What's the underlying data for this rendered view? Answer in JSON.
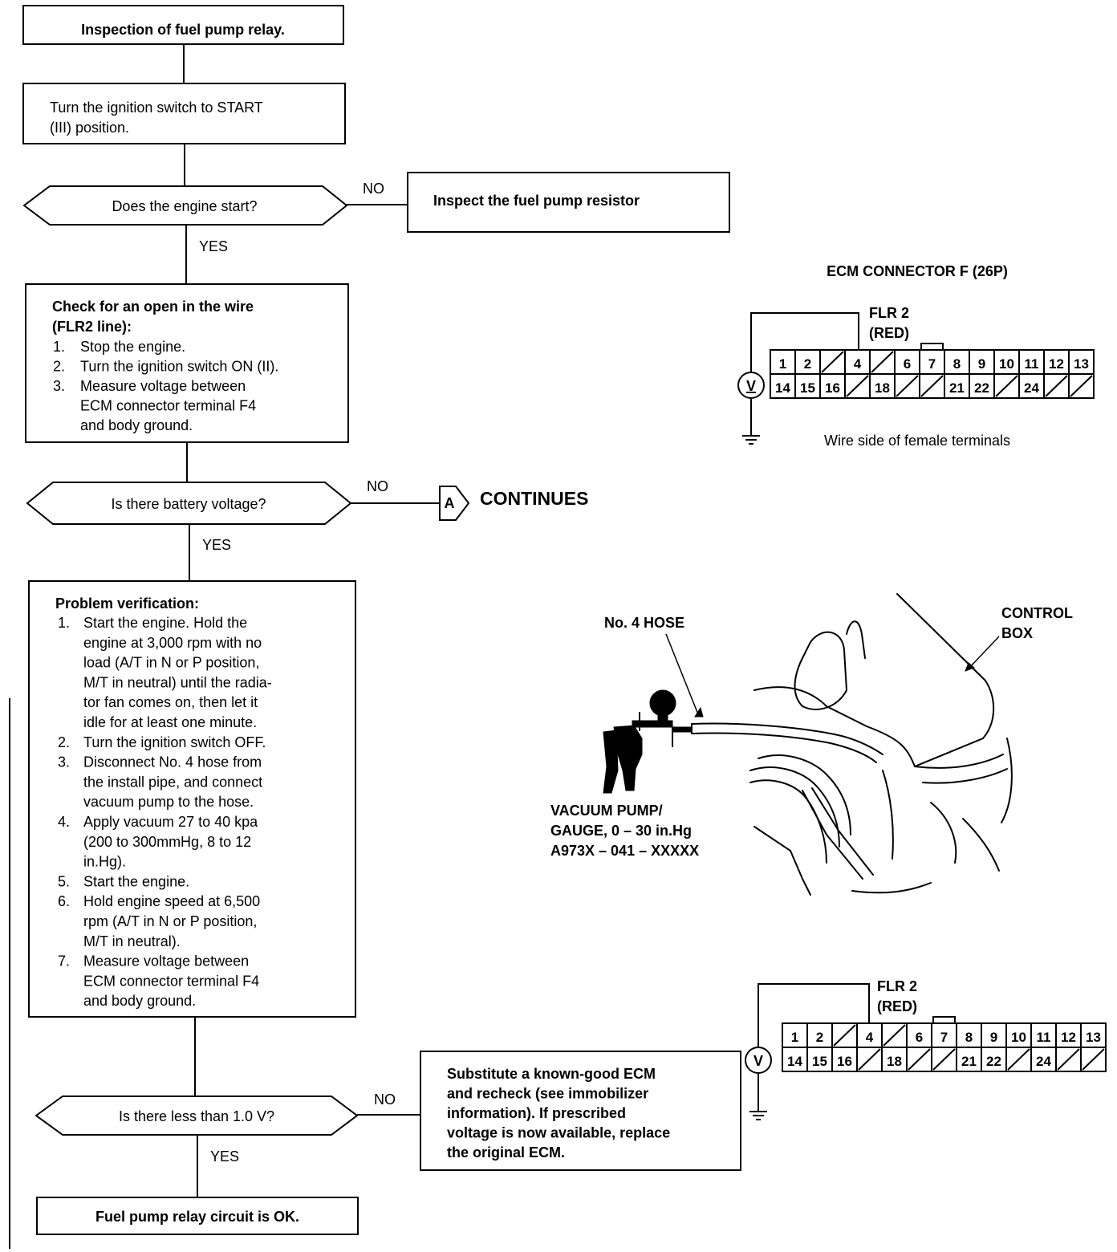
{
  "flow": {
    "start": "Inspection of fuel pump relay.",
    "step1": [
      "Turn the ignition switch to START",
      "(III) position."
    ],
    "q1": "Does the engine start?",
    "q1_no_result": "Inspect the fuel pump resistor",
    "check": {
      "title": [
        "Check for an open in the wire",
        "(FLR2 line):"
      ],
      "items": [
        [
          "1.",
          "Stop the engine."
        ],
        [
          "2.",
          "Turn the ignition switch ON (II)."
        ],
        [
          "3.",
          "Measure voltage between"
        ],
        [
          "",
          "ECM connector terminal F4"
        ],
        [
          "",
          "and body ground."
        ]
      ]
    },
    "q2": "Is there battery voltage?",
    "q2_no_marker": "A",
    "q2_no_result": "CONTINUES",
    "verify": {
      "title": "Problem verification:",
      "items": [
        [
          "1.",
          "Start the engine. Hold the"
        ],
        [
          "",
          "engine at 3,000 rpm with no"
        ],
        [
          "",
          "load (A/T in N or P position,"
        ],
        [
          "",
          "M/T in neutral) until the radia-"
        ],
        [
          "",
          "tor fan comes on, then let it"
        ],
        [
          "",
          "idle for at least one minute."
        ],
        [
          "2.",
          "Turn the ignition switch OFF."
        ],
        [
          "3.",
          "Disconnect No. 4 hose from"
        ],
        [
          "",
          "the install pipe, and connect"
        ],
        [
          "",
          "vacuum pump to the hose."
        ],
        [
          "4.",
          "Apply vacuum 27 to 40 kpa"
        ],
        [
          "",
          "(200 to 300mmHg, 8 to 12"
        ],
        [
          "",
          "in.Hg)."
        ],
        [
          "5.",
          "Start the engine."
        ],
        [
          "6.",
          "Hold engine speed at 6,500"
        ],
        [
          "",
          "rpm (A/T in N or P position,"
        ],
        [
          "",
          "M/T in neutral)."
        ],
        [
          "7.",
          "Measure voltage between"
        ],
        [
          "",
          "ECM connector terminal F4"
        ],
        [
          "",
          "and body ground."
        ]
      ]
    },
    "q3": "Is there less than 1.0 V?",
    "q3_no_result": [
      "Substitute a known-good ECM",
      "and recheck (see immobilizer",
      "information). If prescribed",
      "voltage is now available, replace",
      "the original ECM."
    ],
    "end": "Fuel pump relay circuit is OK.",
    "no": "NO",
    "yes": "YES"
  },
  "connector": {
    "title": "ECM CONNECTOR F (26P)",
    "wire_label": [
      "FLR 2",
      "(RED)"
    ],
    "meter": "V",
    "caption": "Wire side of female terminals",
    "row1": [
      "1",
      "2",
      "",
      "4",
      "",
      "6",
      "7",
      "8",
      "9",
      "10",
      "11",
      "12",
      "13"
    ],
    "row2": [
      "14",
      "15",
      "16",
      "",
      "18",
      "",
      "",
      "21",
      "22",
      "",
      "24",
      "",
      ""
    ]
  },
  "hose_diagram": {
    "hose_label": "No. 4 HOSE",
    "box_label": [
      "CONTROL",
      "BOX"
    ],
    "pump_label": [
      "VACUUM PUMP/",
      "GAUGE, 0 – 30 in.Hg",
      "A973X – 041 – XXXXX"
    ]
  }
}
